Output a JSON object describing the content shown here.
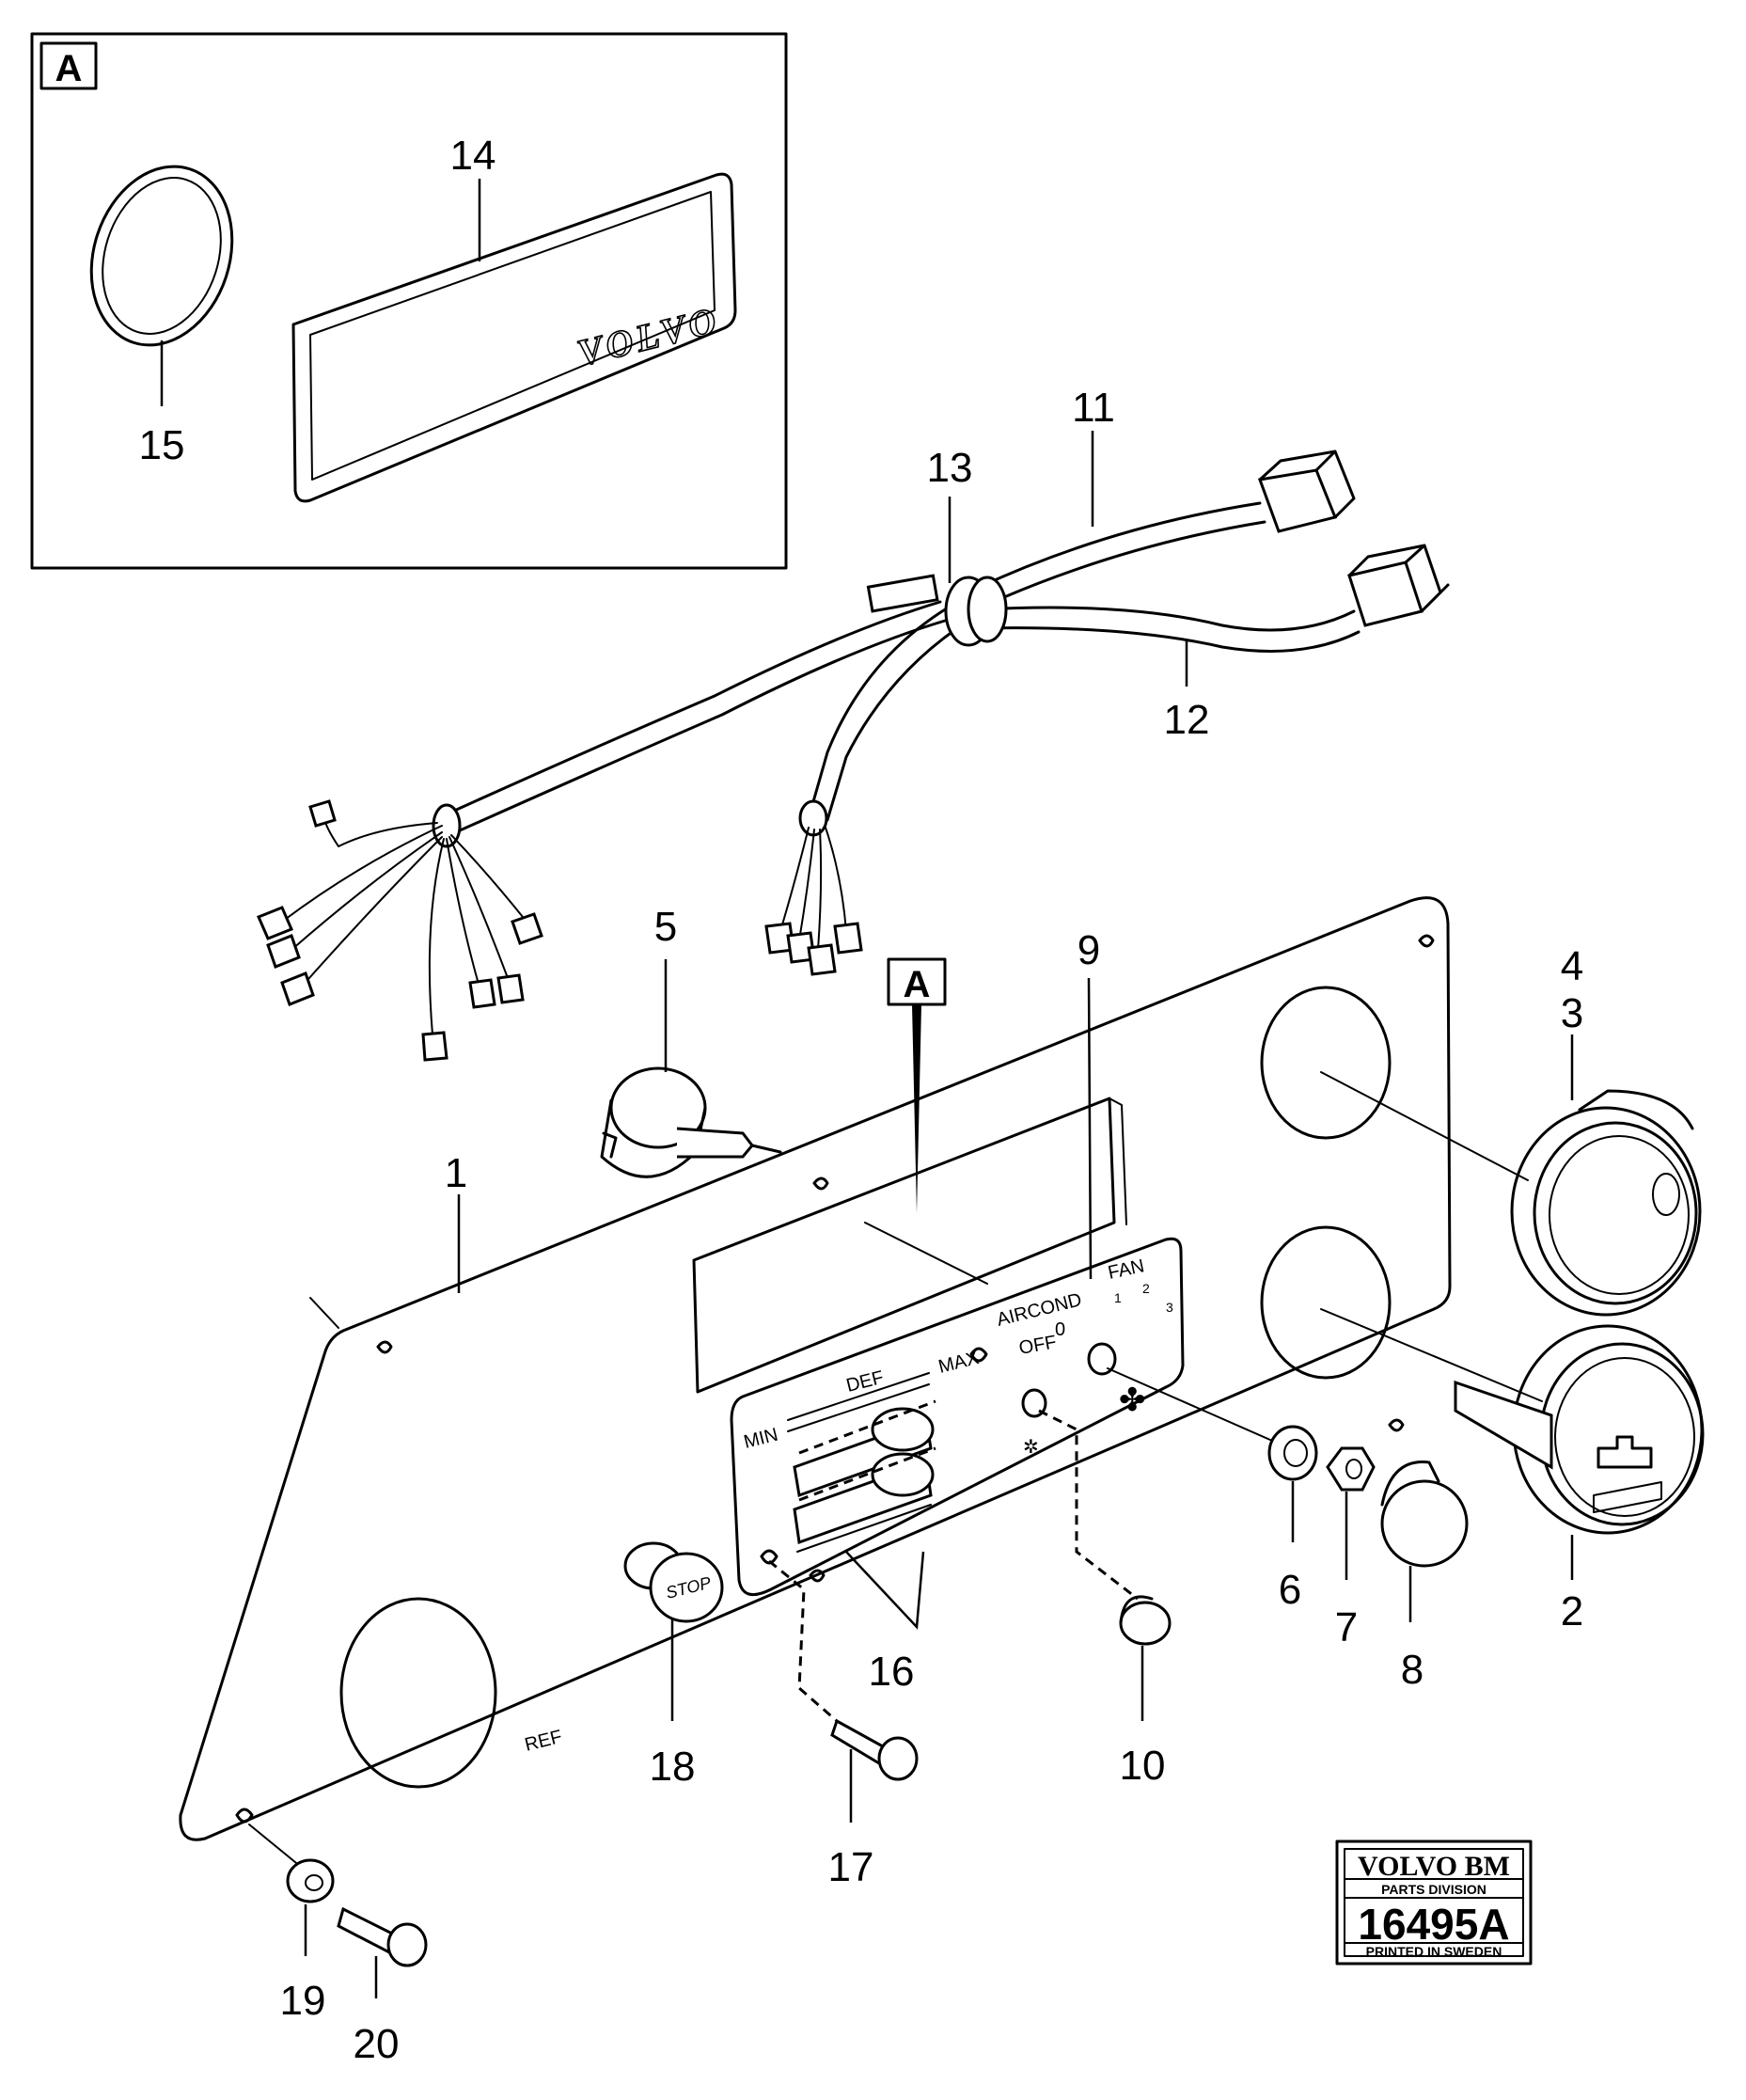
{
  "inset": {
    "label": "A"
  },
  "callouts": {
    "c1": "1",
    "c2": "2",
    "c3": "3",
    "c4": "4",
    "c5": "5",
    "c6": "6",
    "c7": "7",
    "c8": "8",
    "c9": "9",
    "c10": "10",
    "c11": "11",
    "c12": "12",
    "c13": "13",
    "c14": "14",
    "c15": "15",
    "c16": "16",
    "c17": "17",
    "c18": "18",
    "c19": "19",
    "c20": "20",
    "view_a": "A"
  },
  "panel_labels": {
    "def": "DEF",
    "min": "MIN",
    "max": "MAX",
    "aircond": "AIRCOND",
    "off": "OFF",
    "fan": "FAN",
    "fan_0": "0",
    "fan_1": "1",
    "fan_2": "2",
    "fan_3": "3",
    "stop": "STOP",
    "ref": "REF",
    "volvo_plate": "VOLVO"
  },
  "stamp": {
    "brand": "VOLVO BM",
    "division": "PARTS DIVISION",
    "number": "16495A",
    "printed": "PRINTED IN SWEDEN"
  }
}
